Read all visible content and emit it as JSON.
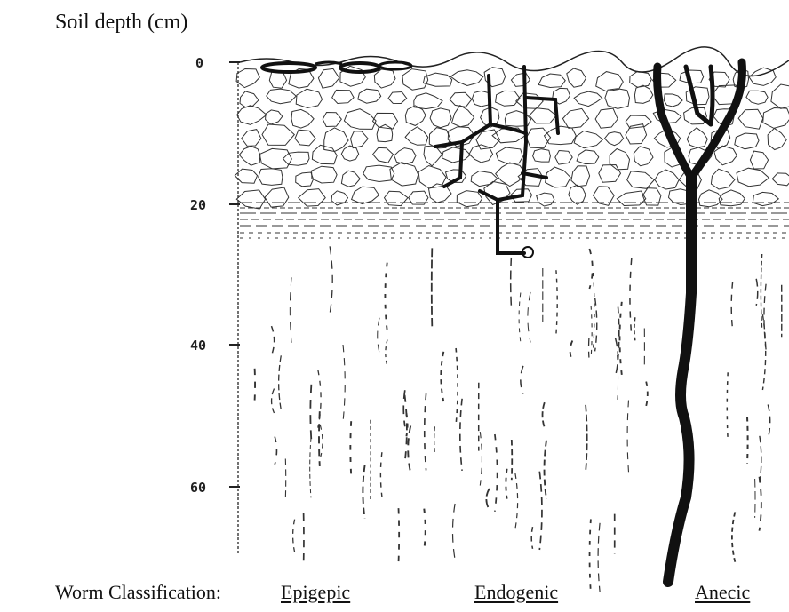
{
  "diagram": {
    "axis_title": "Soil depth (cm)",
    "depth_ticks": [
      "0",
      "20",
      "40",
      "60"
    ],
    "footer_title": "Worm Classification:",
    "classifications": [
      {
        "label": "Epigepic"
      },
      {
        "label": "Endogenic"
      },
      {
        "label": "Anecic"
      }
    ]
  }
}
